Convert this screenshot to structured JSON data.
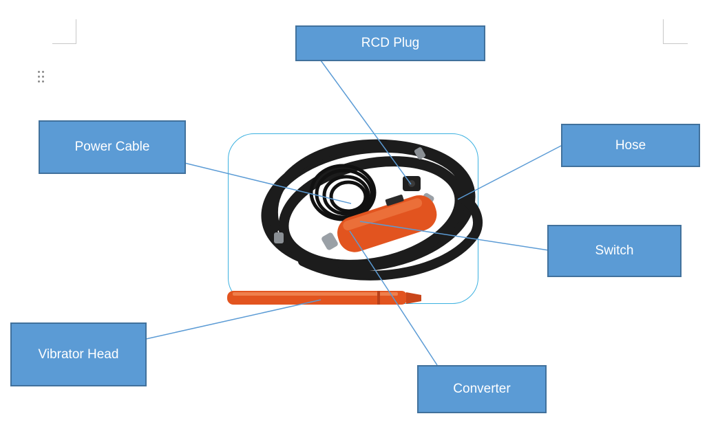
{
  "labels": {
    "rcd_plug": "RCD Plug",
    "power_cable": "Power Cable",
    "hose": "Hose",
    "switch": "Switch",
    "vibrator_head": "Vibrator Head",
    "converter": "Converter"
  },
  "colors": {
    "box_fill": "#5b9bd5",
    "box_border": "#41719c",
    "connector_line": "#5b9bd5",
    "frame_outline": "#3ab0e0",
    "hose_black": "#1c1c1c",
    "converter_orange": "#e2541f"
  }
}
